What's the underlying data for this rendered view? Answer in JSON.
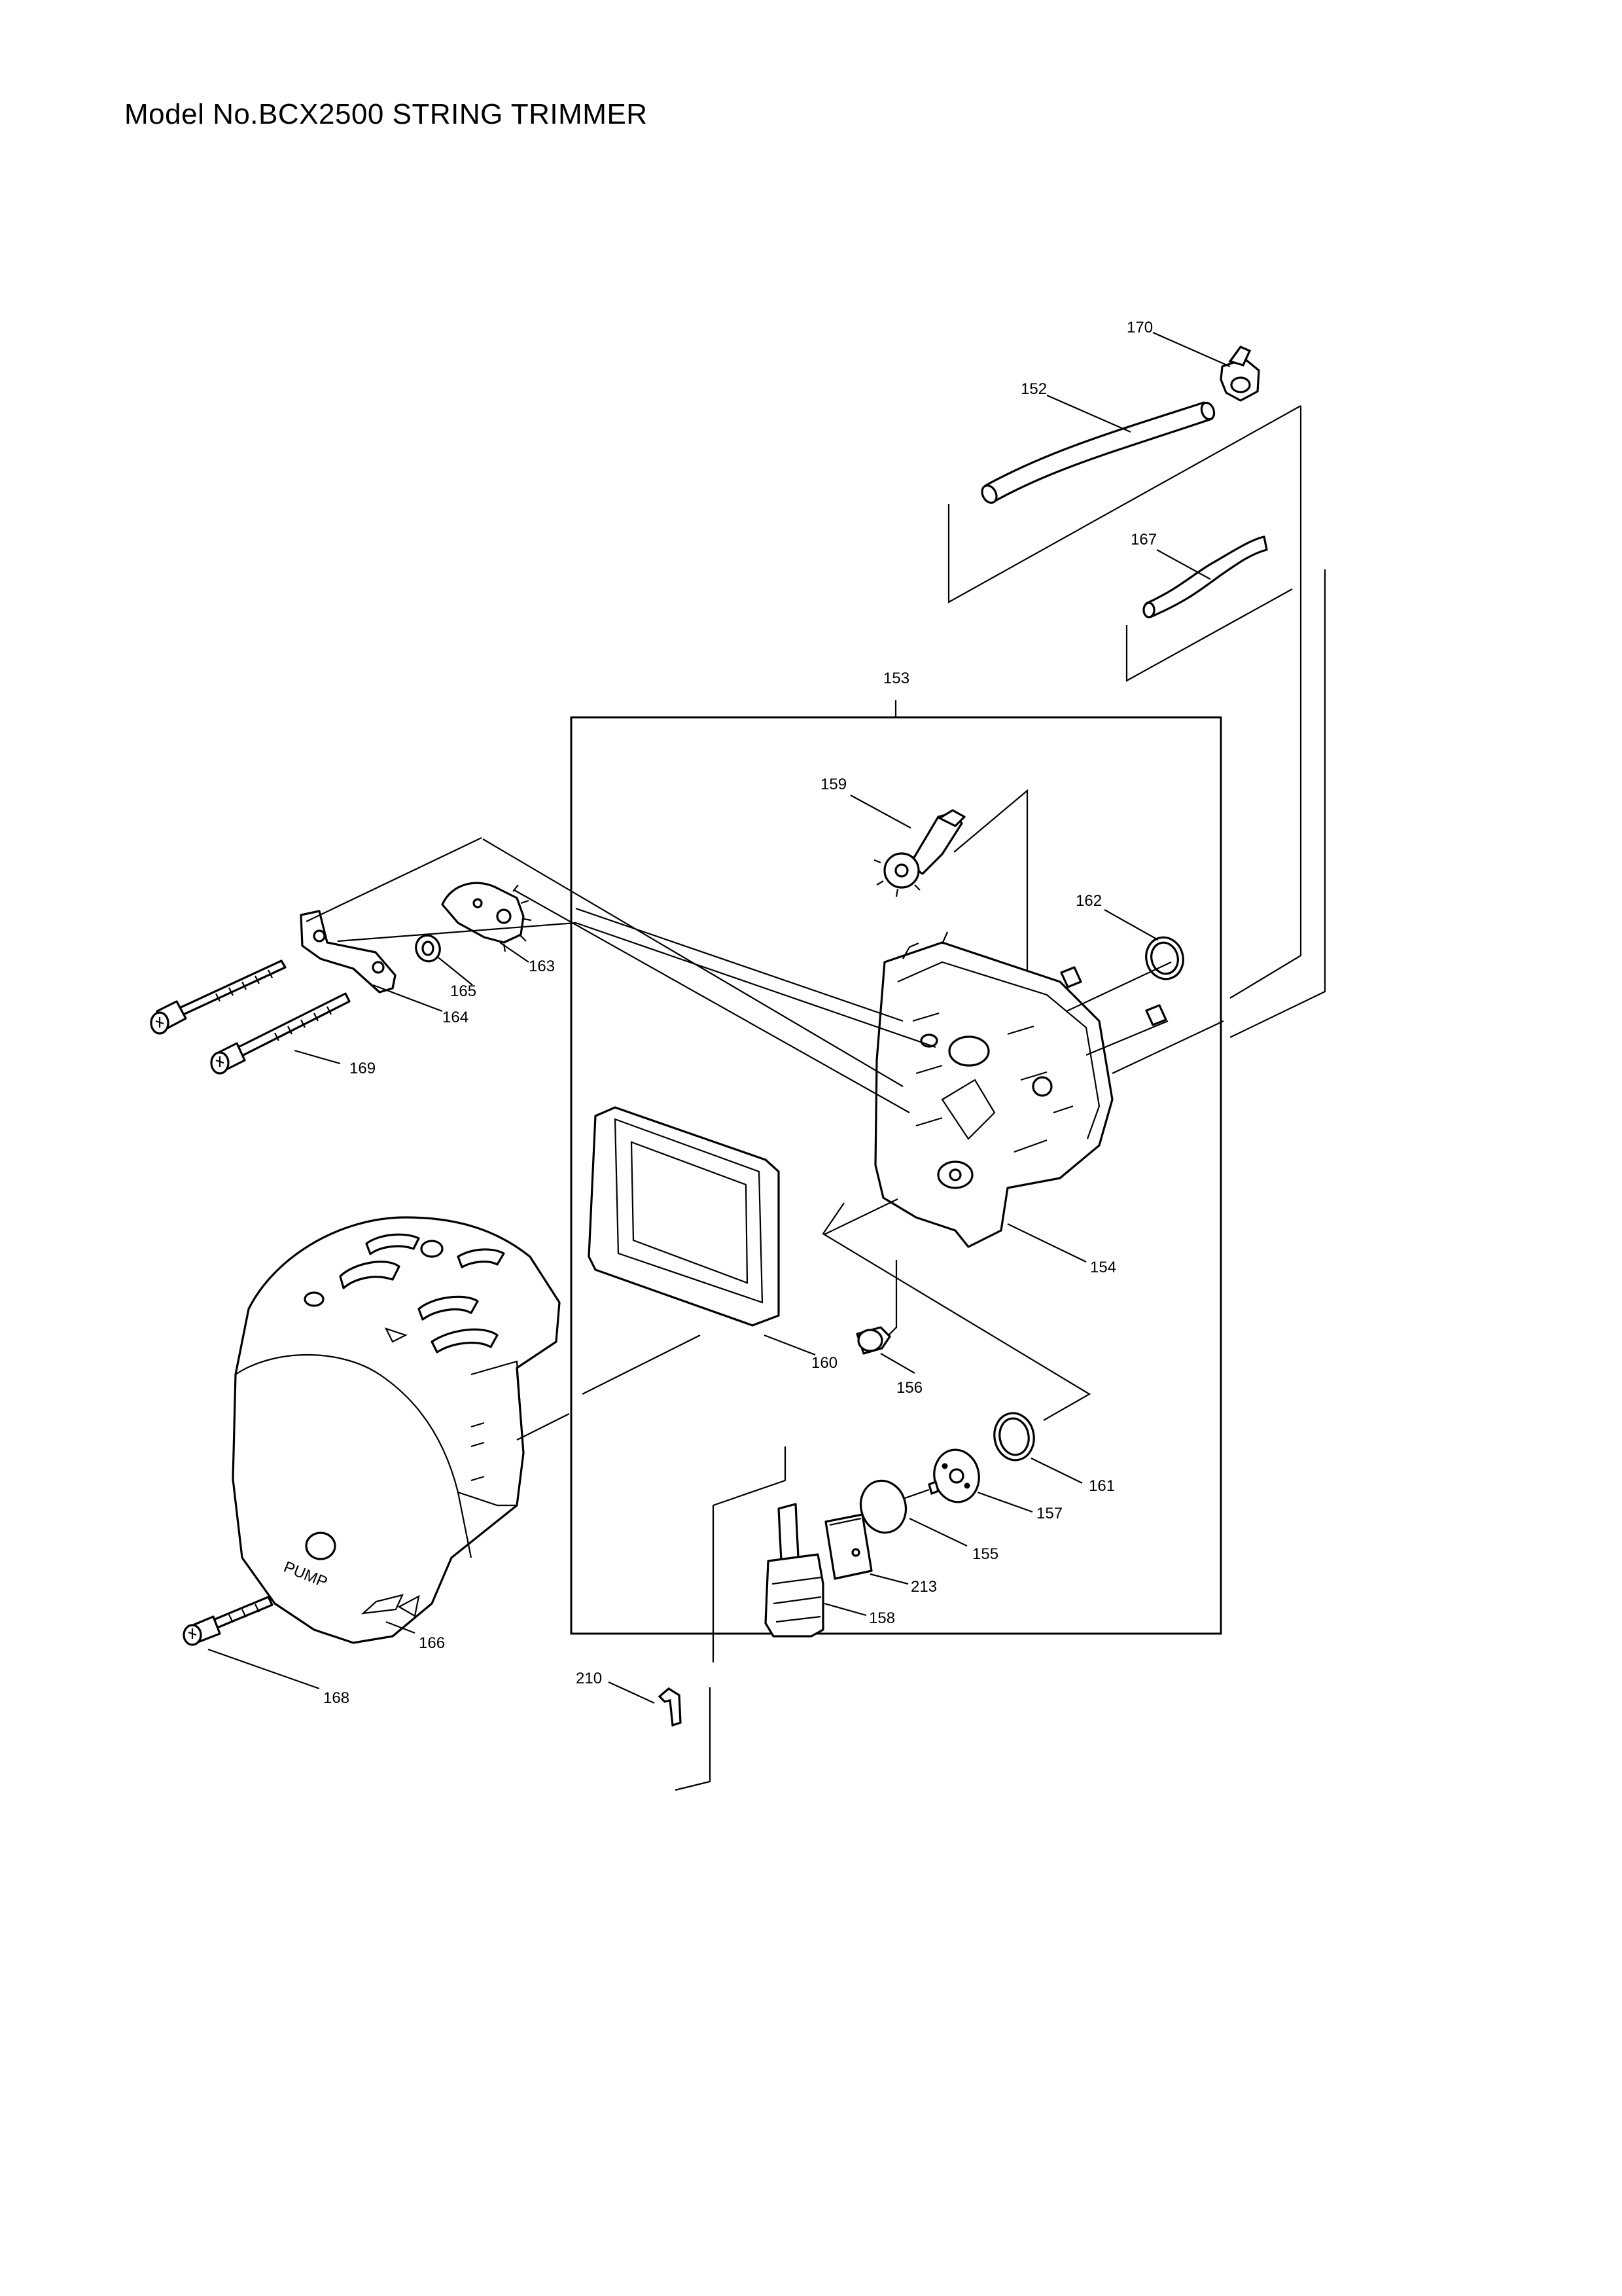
{
  "title": "Model No.BCX2500 STRING TRIMMER",
  "parts": [
    {
      "ref": "152"
    },
    {
      "ref": "153"
    },
    {
      "ref": "154"
    },
    {
      "ref": "155"
    },
    {
      "ref": "156"
    },
    {
      "ref": "157"
    },
    {
      "ref": "158"
    },
    {
      "ref": "159"
    },
    {
      "ref": "160"
    },
    {
      "ref": "161"
    },
    {
      "ref": "162"
    },
    {
      "ref": "163"
    },
    {
      "ref": "164"
    },
    {
      "ref": "165"
    },
    {
      "ref": "166"
    },
    {
      "ref": "167"
    },
    {
      "ref": "168"
    },
    {
      "ref": "169"
    },
    {
      "ref": "170"
    },
    {
      "ref": "210"
    },
    {
      "ref": "213"
    }
  ],
  "cover_text": {
    "pump": "PUMP"
  }
}
